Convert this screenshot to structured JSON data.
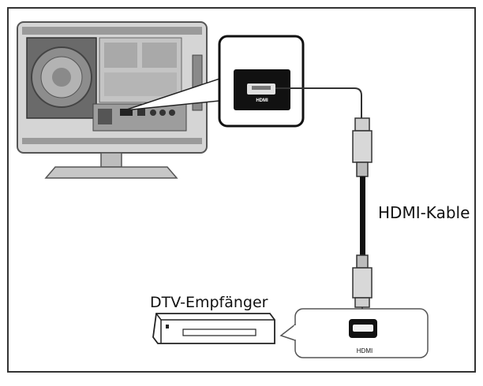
{
  "labels": {
    "cable": "HDMI-Kable",
    "receiver": "DTV-Empfänger",
    "tv_port": "HDMI",
    "receiver_port": "HDMI"
  },
  "colors": {
    "frame": "#333333",
    "tv_body": "#bfbfbf",
    "tv_dark": "#5a5a5a",
    "callout_black": "#111111",
    "cable": "#111111",
    "connector": "#cfcfcf"
  },
  "icons": [
    "hdmi-port-icon",
    "hdmi-connector-icon",
    "power-led-icon"
  ]
}
